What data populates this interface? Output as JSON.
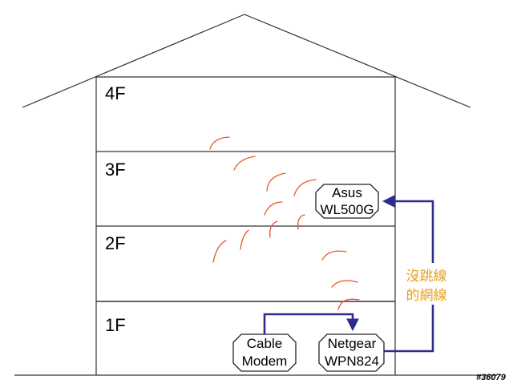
{
  "floors": [
    "4F",
    "3F",
    "2F",
    "1F"
  ],
  "devices": {
    "asus": {
      "line1": "Asus",
      "line2": "WL500G"
    },
    "modem": {
      "line1": "Cable",
      "line2": "Modem"
    },
    "netgear": {
      "line1": "Netgear",
      "line2": "WPN824"
    }
  },
  "annotation": {
    "line1": "沒跳線",
    "line2": "的網線"
  },
  "watermark": "#36079",
  "colors": {
    "wire": "#2b2c8e",
    "signal": "#e8552a",
    "note": "#e8a01c",
    "structure": "#333333"
  }
}
